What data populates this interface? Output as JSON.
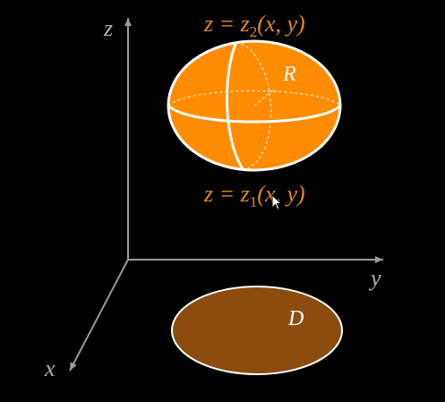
{
  "axes": {
    "z_label": "z",
    "y_label": "y",
    "x_label": "x"
  },
  "labels": {
    "upper_surface": {
      "prefix": "z = z",
      "subscript": "2",
      "args": "(x, y)"
    },
    "lower_surface": {
      "prefix": "z = z",
      "subscript": "1",
      "args": "(x, y)"
    },
    "region_solid": "R",
    "region_projection": "D"
  },
  "colors": {
    "background": "#000000",
    "axis": "#9a9a9a",
    "axis_label": "#b0b0b0",
    "surface_label": "#e08a1e",
    "solid_fill": "#ff8c00",
    "solid_outline": "#ffffff",
    "projection_fill": "#8b4c0e",
    "projection_outline": "#ffffff",
    "region_label": "#ffffff"
  },
  "icons": {
    "cursor": "mouse-pointer-icon"
  }
}
